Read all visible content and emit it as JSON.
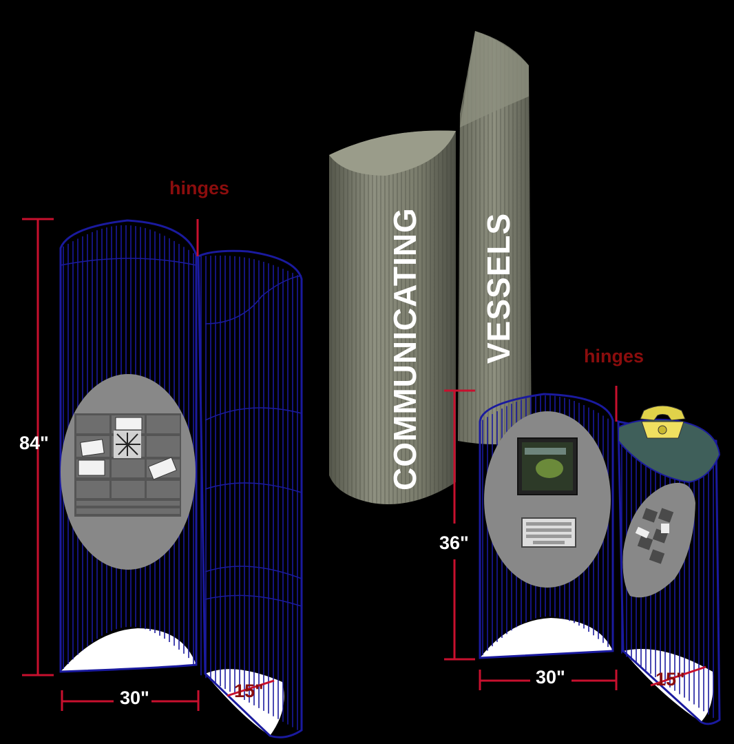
{
  "labels": {
    "hinges_left": "hinges",
    "hinges_right": "hinges",
    "height_tall": "84\"",
    "height_short": "36\"",
    "width_left": "30\"",
    "width_right": "30\"",
    "depth_left": "15\"",
    "depth_right": "15\"",
    "title_word1": "COMMUNICATING",
    "title_word2": "VESSELS"
  },
  "colors": {
    "background": "#000000",
    "wire": "#1a1a9e",
    "dimension_red": "#c8102e",
    "label_red": "#8b0d0d",
    "vessel_gray": "#7d7f6f",
    "panel_gray": "#8a8a8a",
    "shelf_top": "#3f5f5a"
  }
}
